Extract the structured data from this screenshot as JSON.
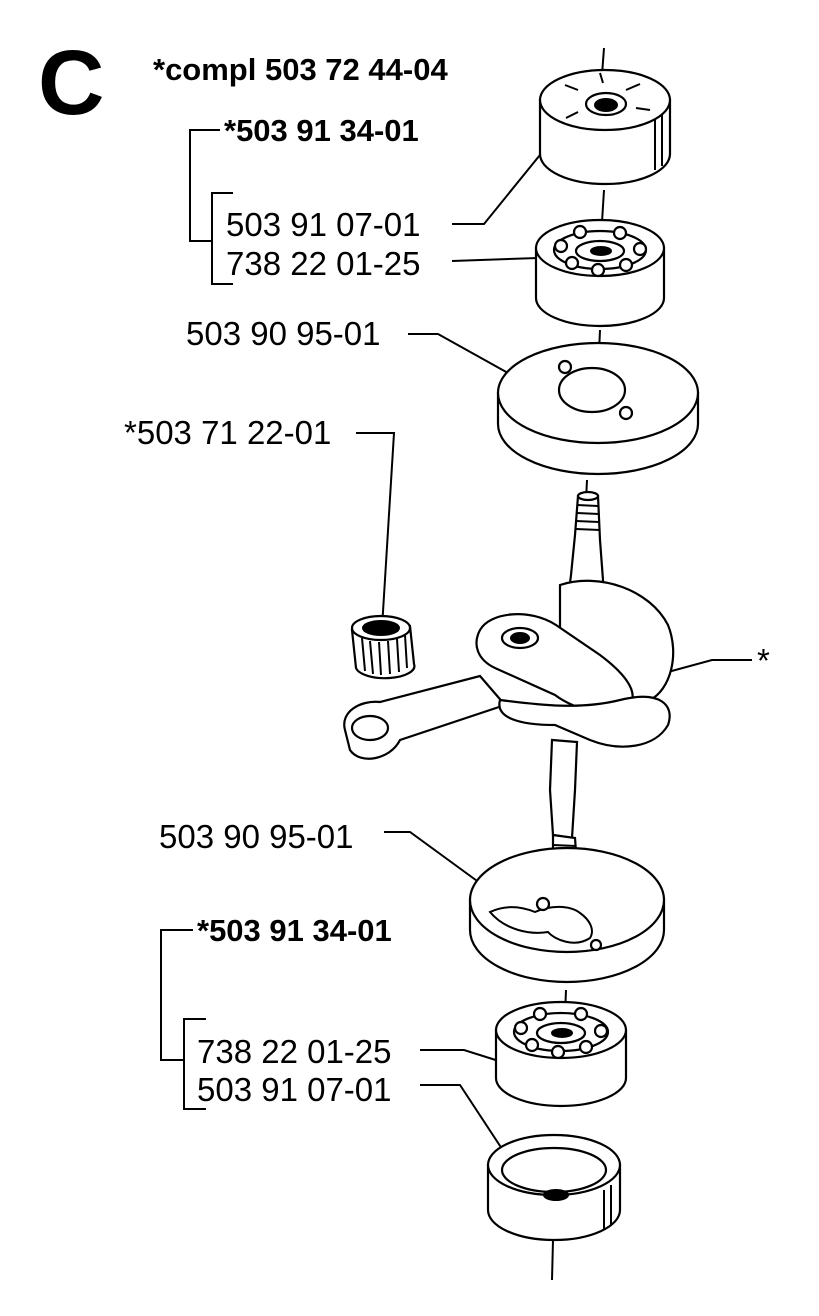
{
  "section_letter": "C",
  "complete_assembly": "*compl 503 72 44-04",
  "upper_group": {
    "kit": "*503 91 34-01",
    "items": [
      "503 91 07-01",
      "738 22 01-25"
    ]
  },
  "upper_gasket": "503 90 95-01",
  "needle_bearing": "*503 71 22-01",
  "crankshaft_marker": "*",
  "lower_gasket": "503 90 95-01",
  "lower_group": {
    "kit": "*503 91 34-01",
    "items": [
      "738 22 01-25",
      "503 91 07-01"
    ]
  }
}
